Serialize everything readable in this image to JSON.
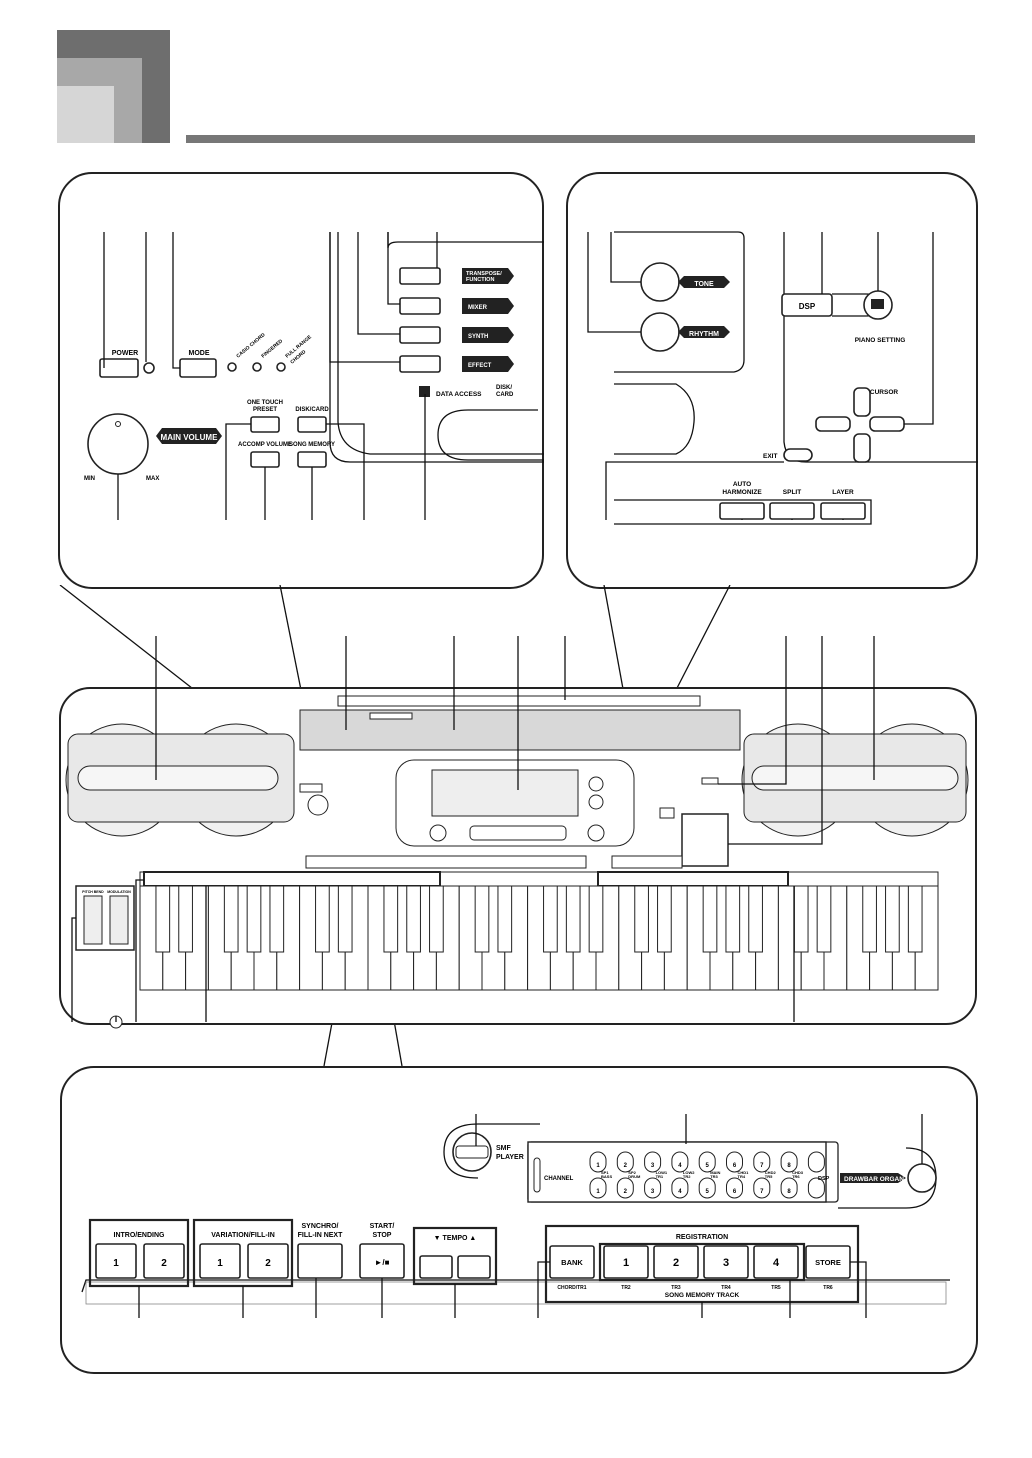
{
  "header_colors": {
    "dark": "#6e6e6e",
    "mid": "#a8a8a8",
    "light": "#d6d6d6",
    "rule": "#777777"
  },
  "top_left_panel": {
    "power": "POWER",
    "mode": "MODE",
    "mode_options": [
      "CASIO CHORD",
      "FINGERED",
      "FULL RANGE",
      "CHORD"
    ],
    "main_volume": "MAIN VOLUME",
    "vol_min": "MIN",
    "vol_max": "MAX",
    "one_touch_preset_1": "ONE TOUCH",
    "one_touch_preset_2": "PRESET",
    "disk_card": "DISK/CARD",
    "accomp_volume": "ACCOMP VOLUME",
    "song_memory": "SONG MEMORY",
    "transpose_1": "TRANSPOSE/",
    "transpose_2": "FUNCTION",
    "mixer": "MIXER",
    "synth": "SYNTH",
    "effect": "EFFECT",
    "data_access": "DATA ACCESS",
    "disk_card_side_1": "DISK/",
    "disk_card_side_2": "CARD"
  },
  "top_right_panel": {
    "tone": "TONE",
    "rhythm": "RHYTHM",
    "dsp": "DSP",
    "piano_setting": "PIANO SETTING",
    "cursor": "CURSOR",
    "exit": "EXIT",
    "auto_harmonize_1": "AUTO",
    "auto_harmonize_2": "HARMONIZE",
    "split": "SPLIT",
    "layer": "LAYER"
  },
  "keyboard": {
    "pitch_bend": "PITCH BEND",
    "modulation": "MODULATION"
  },
  "bottom_panel": {
    "smf_player_1": "SMF",
    "smf_player_2": "PLAYER",
    "channel": "CHANNEL",
    "channel_labels": [
      [
        "SP1",
        "BASS"
      ],
      [
        "SP2",
        "DRUM"
      ],
      [
        "LOW1",
        "TR1"
      ],
      [
        "LOW2",
        "TR2"
      ],
      [
        "MAIN",
        "TR3"
      ],
      [
        "CHD1",
        "TR4"
      ],
      [
        "CHD2",
        "TR5"
      ],
      [
        "CHD3",
        "TR6"
      ]
    ],
    "channel_numbers": [
      "1",
      "2",
      "3",
      "4",
      "5",
      "6",
      "7",
      "8"
    ],
    "dsp": "DSP",
    "drawbar_organ": "DRAWBAR ORGAN",
    "intro_ending": "INTRO/ENDING",
    "variation_fill_in": "VARIATION/FILL-IN",
    "synchro_1": "SYNCHRO/",
    "synchro_2": "FILL-IN NEXT",
    "start_stop_1": "START/",
    "start_stop_2": "STOP",
    "start_stop_symbol": "►/■",
    "tempo": "▼ TEMPO ▲",
    "registration": "REGISTRATION",
    "bank": "BANK",
    "store": "STORE",
    "reg_numbers": [
      "1",
      "2",
      "3",
      "4"
    ],
    "track_labels": [
      "CHORD/TR1",
      "TR2",
      "TR3",
      "TR4",
      "TR5",
      "TR6"
    ],
    "song_memory_track": "SONG MEMORY TRACK",
    "num_1": "1",
    "num_2": "2"
  }
}
